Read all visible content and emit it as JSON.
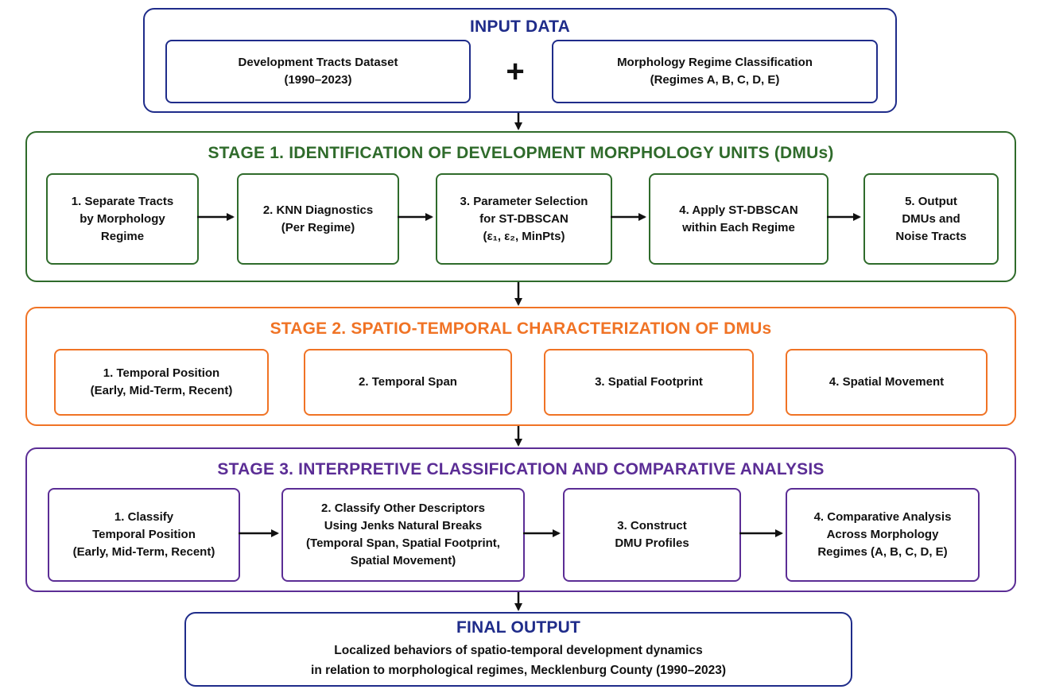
{
  "input": {
    "title": "INPUT DATA",
    "box1": [
      "Development Tracts Dataset",
      "(1990–2023)"
    ],
    "plus": "+",
    "box2": [
      "Morphology Regime Classification",
      "(Regimes A, B, C, D, E)"
    ]
  },
  "stage1": {
    "title": "STAGE 1. IDENTIFICATION OF DEVELOPMENT MORPHOLOGY UNITS (DMUs)",
    "steps": [
      [
        "1. Separate Tracts",
        "by Morphology",
        "Regime"
      ],
      [
        "2. KNN Diagnostics",
        "(Per Regime)"
      ],
      [
        "3. Parameter Selection",
        "for ST-DBSCAN",
        "(ε₁, ε₂, MinPts)"
      ],
      [
        "4. Apply ST-DBSCAN",
        "within Each Regime"
      ],
      [
        "5. Output",
        "DMUs and",
        "Noise Tracts"
      ]
    ]
  },
  "stage2": {
    "title": "STAGE 2. SPATIO-TEMPORAL CHARACTERIZATION OF DMUs",
    "steps": [
      [
        "1. Temporal Position",
        "(Early, Mid-Term, Recent)"
      ],
      [
        "2. Temporal Span"
      ],
      [
        "3. Spatial Footprint"
      ],
      [
        "4. Spatial Movement"
      ]
    ]
  },
  "stage3": {
    "title": "STAGE 3. INTERPRETIVE CLASSIFICATION AND COMPARATIVE ANALYSIS",
    "steps": [
      [
        "1. Classify",
        "Temporal Position",
        "(Early, Mid-Term, Recent)"
      ],
      [
        "2. Classify Other Descriptors",
        "Using Jenks Natural Breaks",
        "(Temporal Span, Spatial Footprint,",
        "Spatial Movement)"
      ],
      [
        "3. Construct",
        "DMU Profiles"
      ],
      [
        "4. Comparative Analysis",
        "Across Morphology",
        "Regimes (A, B, C, D, E)"
      ]
    ]
  },
  "final": {
    "title": "FINAL OUTPUT",
    "lines": [
      "Localized behaviors of spatio-temporal development dynamics",
      "in relation to morphological regimes, Mecklenburg County (1990–2023)"
    ]
  },
  "colors": {
    "input": "#1f2c8a",
    "stage1": "#2f6b2b",
    "stage2": "#f07325",
    "stage3": "#5b2d95",
    "final": "#1f2c8a"
  }
}
